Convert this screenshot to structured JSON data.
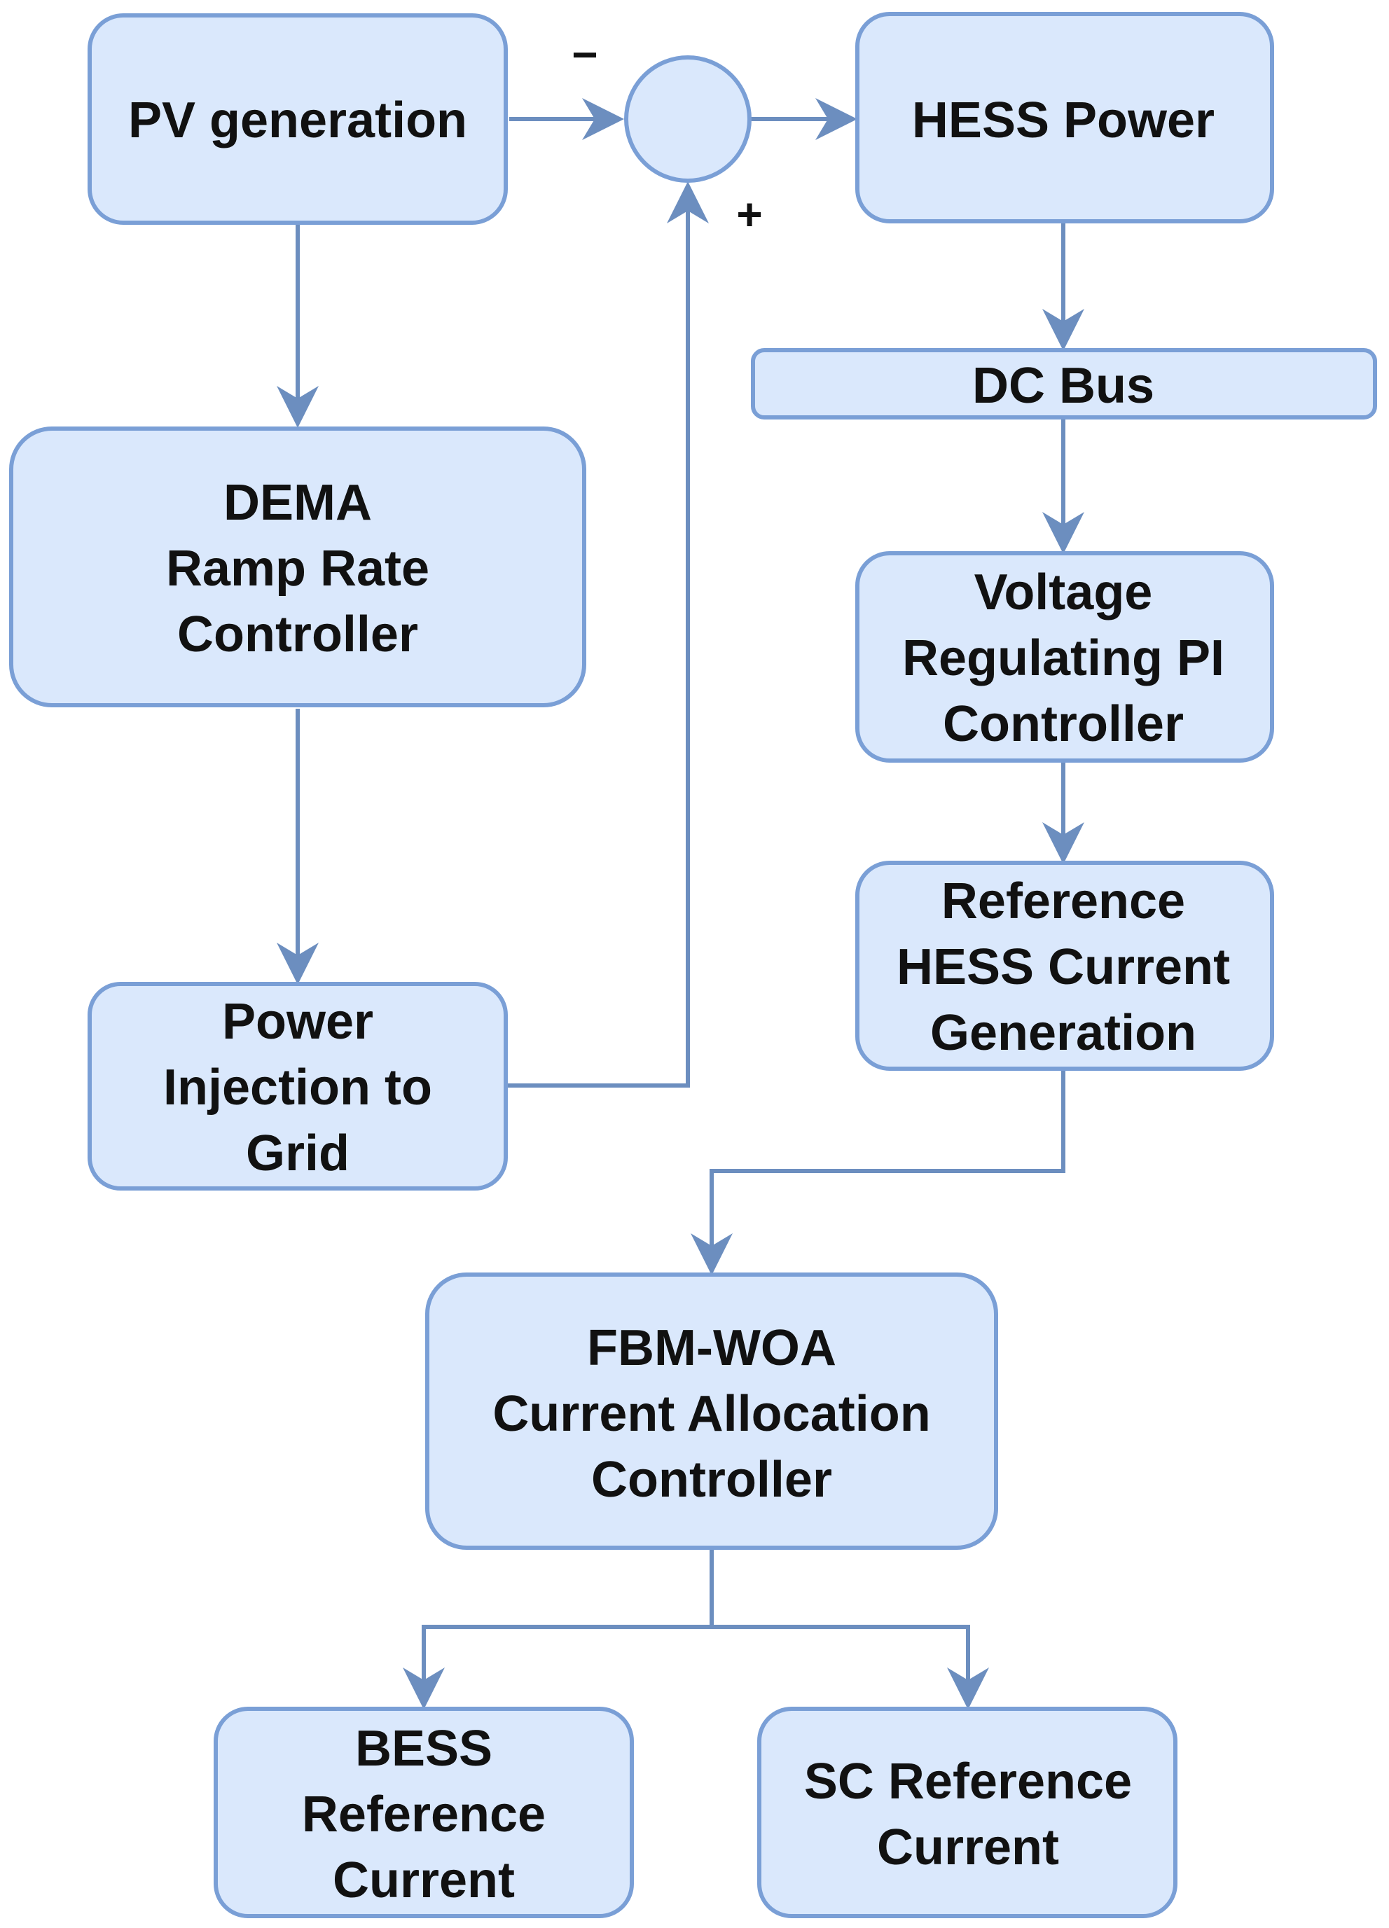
{
  "diagram": {
    "colors": {
      "fill": "#dae8fc",
      "stroke": "#7a9fd6",
      "edge": "#6c8ebf",
      "text": "#111111"
    },
    "nodes": {
      "pv_generation": [
        "PV generation"
      ],
      "dema": [
        "DEMA",
        "Ramp Rate",
        "Controller"
      ],
      "power_injection": [
        "Power",
        "Injection to",
        "Grid"
      ],
      "summing_junction": [],
      "hess_power": [
        "HESS Power"
      ],
      "dc_bus": [
        "DC Bus"
      ],
      "voltage_pi": [
        "Voltage",
        "Regulating PI",
        "Controller"
      ],
      "ref_hess_current": [
        "Reference",
        "HESS Current",
        "Generation"
      ],
      "fbm_woa": [
        "FBM-WOA",
        "Current Allocation",
        "Controller"
      ],
      "bess_ref": [
        "BESS",
        "Reference",
        "Current"
      ],
      "sc_ref": [
        "SC Reference",
        "Current"
      ]
    },
    "signs": {
      "minus": "−",
      "plus": "+"
    },
    "edges": [
      [
        "pv_generation",
        "summing_junction"
      ],
      [
        "pv_generation",
        "dema"
      ],
      [
        "dema",
        "power_injection"
      ],
      [
        "power_injection",
        "summing_junction"
      ],
      [
        "summing_junction",
        "hess_power"
      ],
      [
        "hess_power",
        "dc_bus"
      ],
      [
        "dc_bus",
        "voltage_pi"
      ],
      [
        "voltage_pi",
        "ref_hess_current"
      ],
      [
        "ref_hess_current",
        "fbm_woa"
      ],
      [
        "fbm_woa",
        "bess_ref"
      ],
      [
        "fbm_woa",
        "sc_ref"
      ]
    ]
  }
}
